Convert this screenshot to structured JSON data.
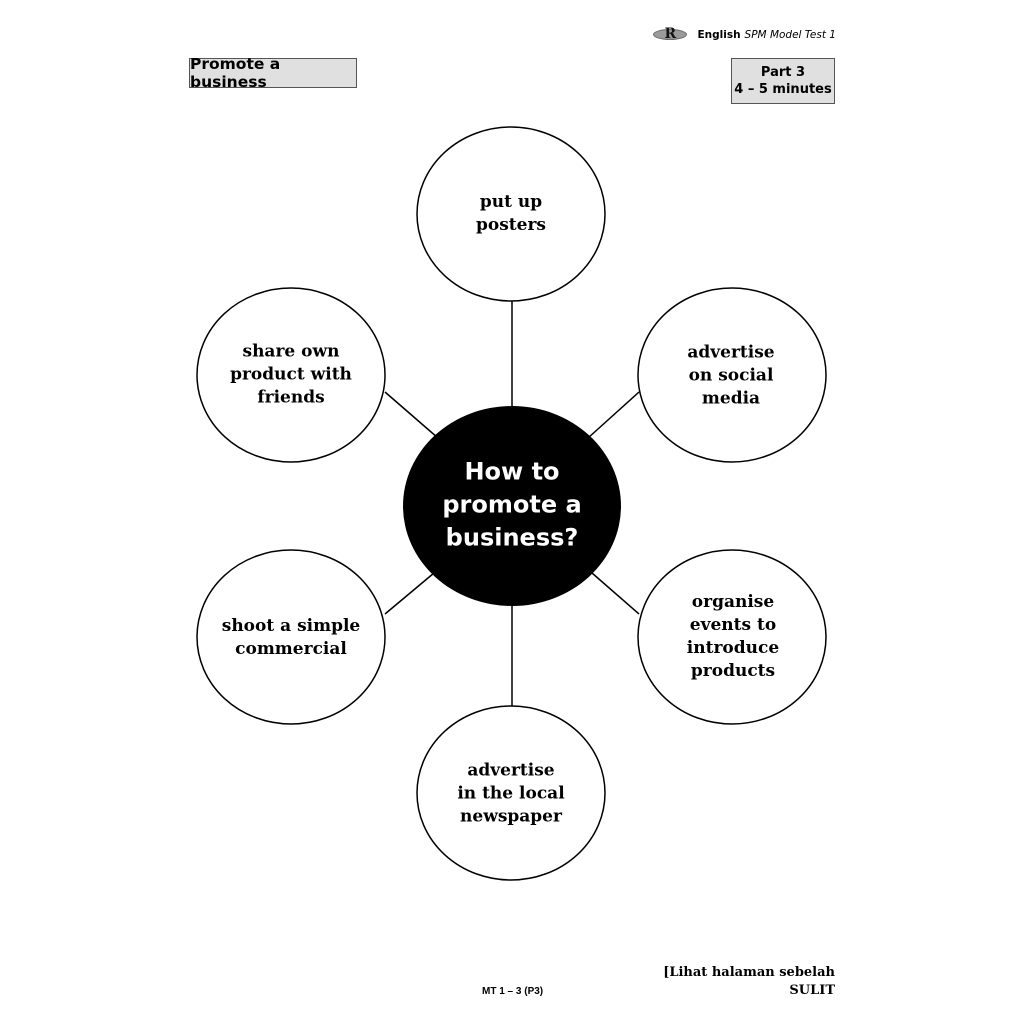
{
  "header": {
    "brand_subject": "English",
    "brand_test": "SPM Model Test 1",
    "brand_letter": "R"
  },
  "topic_label": "Promote a business",
  "part": {
    "label": "Part 3",
    "duration": "4 – 5 minutes"
  },
  "diagram": {
    "center": "How to\npromote a\nbusiness?",
    "bubbles": {
      "top": "put up\nposters",
      "upper_left": "share own\nproduct with\nfriends",
      "upper_right": "advertise\non social\nmedia",
      "lower_left": "shoot a simple\ncommercial",
      "lower_right": "organise\nevents to\nintroduce\nproducts",
      "bottom": "advertise\nin the local\nnewspaper"
    }
  },
  "footer": {
    "code": "MT 1 – 3 (P3)",
    "turn_page": "[Lihat halaman sebelah",
    "classification": "SULIT"
  }
}
